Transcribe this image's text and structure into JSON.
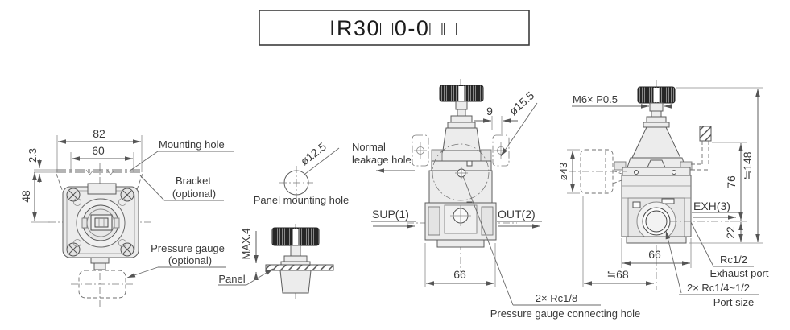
{
  "title": "IR30□0-0□□",
  "left_view": {
    "dim_82": "82",
    "dim_60": "60",
    "dim_2_3": "2.3",
    "dim_48": "48",
    "mounting_hole": "Mounting hole",
    "bracket": "Bracket",
    "bracket_note": "(optional)",
    "pressure_gauge": "Pressure gauge",
    "pressure_gauge_note": "(optional)"
  },
  "panel_hole": {
    "dia": "ø12.5",
    "label": "Panel mounting hole"
  },
  "panel_mount": {
    "max_thickness": "MAX.4",
    "panel": "Panel"
  },
  "front_view": {
    "leakage_line1": "Normal",
    "leakage_line2": "leakage hole",
    "sup": "SUP(1)",
    "out": "OUT(2)",
    "dim_9": "9",
    "dia_15_5": "ø15.5",
    "dim_66": "66",
    "gauge_port_thread": "2× Rc1/8",
    "gauge_port_label": "Pressure gauge connecting hole"
  },
  "side_view": {
    "thread_m6": "M6× P0.5",
    "dia_43": "ø43",
    "dim_148": "≒148",
    "dim_76": "76",
    "dim_22": "22",
    "exh": "EXH(3)",
    "dim_66": "66",
    "dim_68": "≒68",
    "exhaust_thread": "Rc1/2",
    "exhaust_label": "Exhaust port",
    "port_thread": "2× Rc1/4~1/2",
    "port_label": "Port size"
  },
  "colors": {
    "line": "#5c5c5c",
    "body_fill": "#ececec",
    "knob_dark": "#262626",
    "text": "#3a3a3a"
  }
}
